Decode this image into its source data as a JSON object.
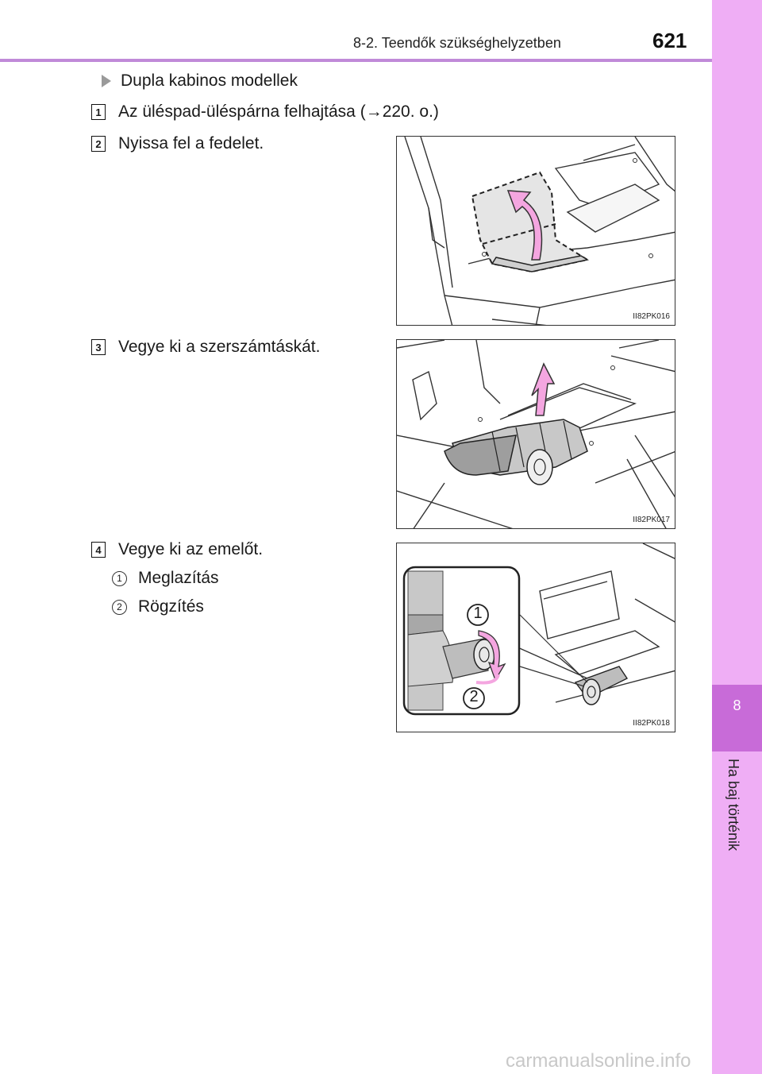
{
  "header": {
    "section_title": "8-2. Teendők szükséghelyzetben",
    "page_number": "621"
  },
  "side_tab": {
    "chapter_number": "8",
    "chapter_title": "Ha baj történik"
  },
  "content": {
    "bullet_heading": "Dupla kabinos modellek",
    "steps": [
      {
        "number": "1",
        "text": "Az üléspad-üléspárna felhajtása (→220. o.)"
      },
      {
        "number": "2",
        "text": "Nyissa fel a fedelet."
      },
      {
        "number": "3",
        "text": "Vegye ki a szerszámtáskát."
      },
      {
        "number": "4",
        "text": "Vegye ki az emelőt."
      }
    ],
    "substeps": [
      {
        "number": "1",
        "text": "Meglazítás"
      },
      {
        "number": "2",
        "text": "Rögzítés"
      }
    ]
  },
  "figures": [
    {
      "code": "II82PK016"
    },
    {
      "code": "II82PK017"
    },
    {
      "code": "II82PK018",
      "callouts": [
        "1",
        "2"
      ]
    }
  ],
  "watermark": "carmanualsonline.info",
  "colors": {
    "accent": "#c08ad8",
    "side_tab": "#efaef5",
    "side_tab_dark": "#c86bd8",
    "arrow_pink": "#f4a6e0"
  }
}
